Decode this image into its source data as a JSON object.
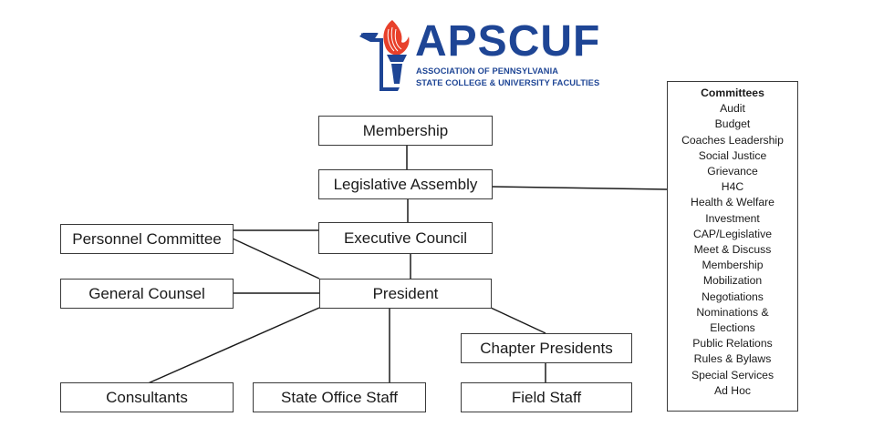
{
  "logo": {
    "title": "APSCUF",
    "subtitle_line1": "ASSOCIATION OF PENNSYLVANIA",
    "subtitle_line2": "STATE COLLEGE & UNIVERSITY FACULTIES",
    "icon": "torch-keystone-icon",
    "colors": {
      "blue": "#1e4595",
      "red": "#e8402a"
    }
  },
  "org_chart": {
    "membership": "Membership",
    "legislative_assembly": "Legislative Assembly",
    "executive_council": "Executive Council",
    "personnel_committee": "Personnel Committee",
    "general_counsel": "General Counsel",
    "president": "President",
    "chapter_presidents": "Chapter Presidents",
    "consultants": "Consultants",
    "state_office_staff": "State Office Staff",
    "field_staff": "Field Staff"
  },
  "committees": {
    "heading": "Committees",
    "items": [
      "Audit",
      "Budget",
      "Coaches Leadership",
      "Social Justice",
      "Grievance",
      "H4C",
      "Health & Welfare",
      "Investment",
      "CAP/Legislative",
      "Meet & Discuss",
      "Membership",
      "Mobilization",
      "Negotiations",
      "Nominations &",
      "Elections",
      "Public Relations",
      "Rules & Bylaws",
      "Special Services",
      "Ad Hoc"
    ]
  }
}
